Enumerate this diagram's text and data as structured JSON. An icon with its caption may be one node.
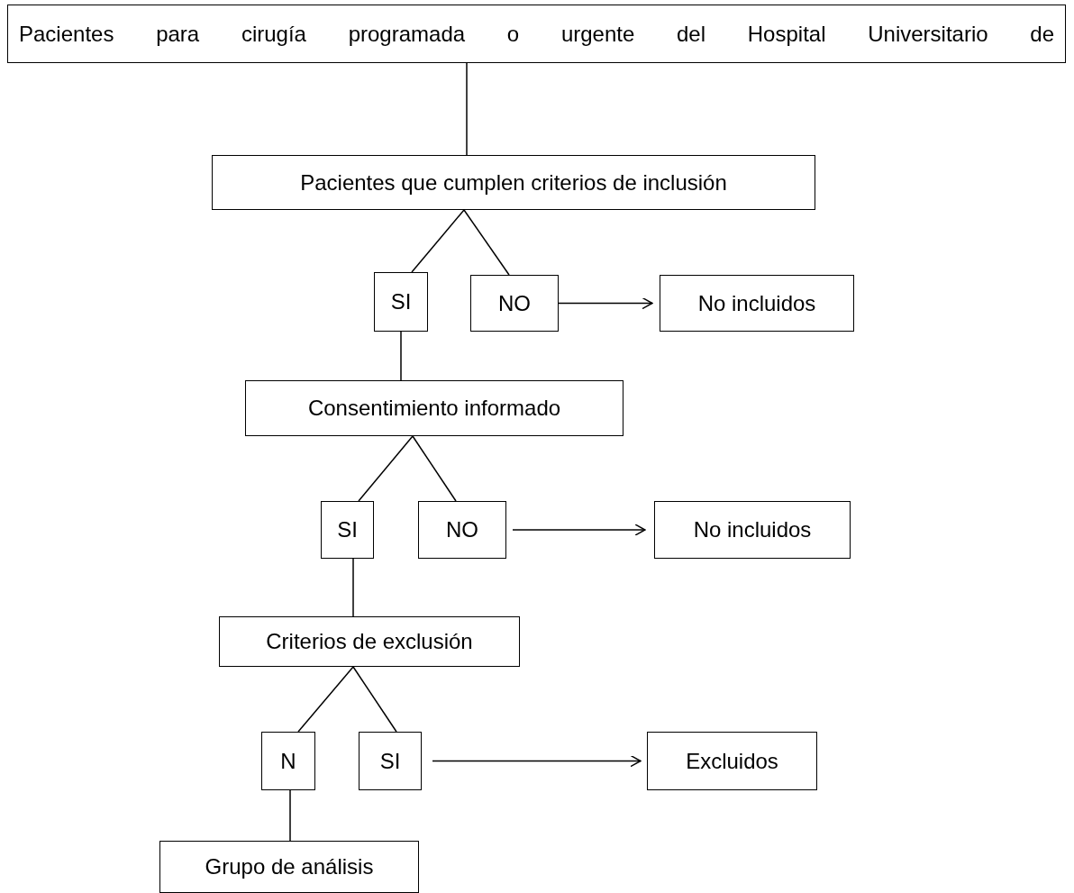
{
  "diagram": {
    "nodes": [
      {
        "text": [
          "Pacientes para cirugía programada o urgente del Hospital Universitario de"
        ]
      },
      {
        "text": [
          "Pacientes que cumplen criterios de inclusión"
        ]
      },
      {
        "text": [
          "SI"
        ]
      },
      {
        "text": [
          "NO"
        ]
      },
      {
        "text": [
          "No incluidos"
        ]
      },
      {
        "text": [
          "Consentimiento informado"
        ]
      },
      {
        "text": [
          "SI"
        ]
      },
      {
        "text": [
          "NO"
        ]
      },
      {
        "text": [
          "No incluidos"
        ]
      },
      {
        "text": [
          "Criterios de exclusión"
        ]
      },
      {
        "text": [
          "N"
        ]
      },
      {
        "text": [
          "SI"
        ]
      },
      {
        "text": [
          "Excluidos"
        ]
      },
      {
        "text": [
          "Grupo de análisis"
        ]
      }
    ],
    "edges": [
      {
        "from": 0,
        "to": 1,
        "arrow": "none"
      },
      {
        "from": 1,
        "to": 2,
        "arrow": "none"
      },
      {
        "from": 1,
        "to": 3,
        "arrow": "none"
      },
      {
        "from": 3,
        "to": 4,
        "arrow": "to"
      },
      {
        "from": 2,
        "to": 5,
        "arrow": "none"
      },
      {
        "from": 5,
        "to": 6,
        "arrow": "none"
      },
      {
        "from": 5,
        "to": 7,
        "arrow": "none"
      },
      {
        "from": 7,
        "to": 8,
        "arrow": "to"
      },
      {
        "from": 6,
        "to": 9,
        "arrow": "none"
      },
      {
        "from": 9,
        "to": 10,
        "arrow": "none"
      },
      {
        "from": 9,
        "to": 11,
        "arrow": "none"
      },
      {
        "from": 11,
        "to": 12,
        "arrow": "to"
      },
      {
        "from": 10,
        "to": 13,
        "arrow": "none"
      }
    ]
  }
}
